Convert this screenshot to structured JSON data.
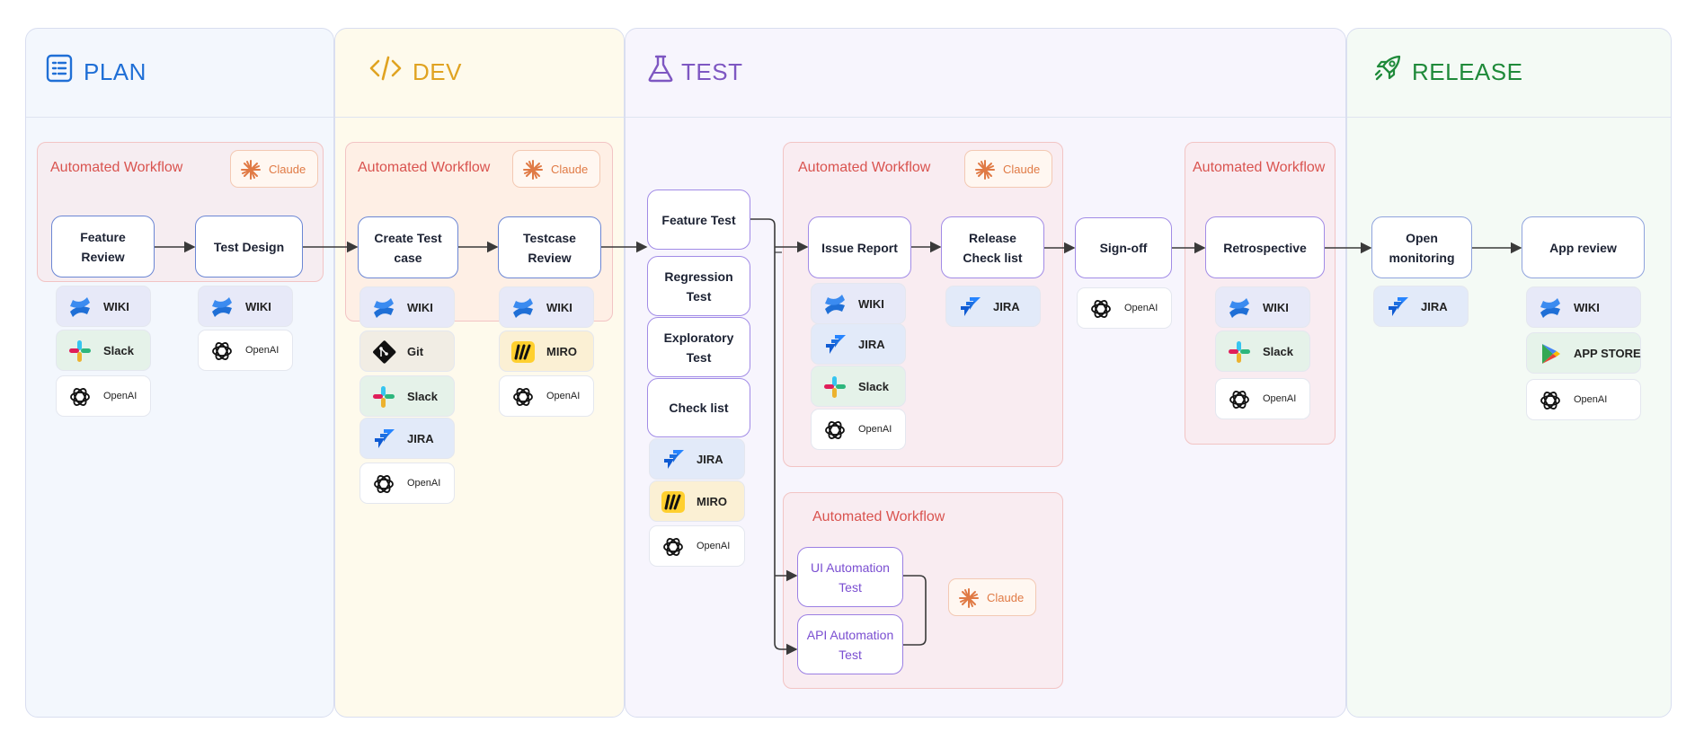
{
  "lanes": {
    "plan": {
      "title": "PLAN",
      "color": "#1f6fd6"
    },
    "dev": {
      "title": "DEV",
      "color": "#e0a321"
    },
    "test": {
      "title": "TEST",
      "color": "#7e57c2"
    },
    "release": {
      "title": "RELEASE",
      "color": "#1f8a3a"
    }
  },
  "workflows": {
    "plan": {
      "title": "Automated Workflow",
      "badge": "Claude"
    },
    "dev": {
      "title": "Automated Workflow",
      "badge": "Claude"
    },
    "test_top": {
      "title": "Automated Workflow",
      "badge": "Claude"
    },
    "test_bottom": {
      "title": "Automated Workflow",
      "badge": "Claude"
    },
    "retro": {
      "title": "Automated Workflow"
    }
  },
  "nodes": {
    "feature_review": "Feature Review",
    "test_design": "Test Design",
    "create_test_case": "Create Test case",
    "testcase_review": "Testcase Review",
    "feature_test": "Feature Test",
    "regression_test": "Regression Test",
    "exploratory_test": "Exploratory Test",
    "check_list": "Check list",
    "issue_report": "Issue Report",
    "release_check_list": "Release Check list",
    "sign_off": "Sign-off",
    "retrospective": "Retrospective",
    "open_monitoring": "Open monitoring",
    "app_review": "App review",
    "ui_automation": "UI Automation Test",
    "api_automation": "API Automation Test"
  },
  "tools": {
    "wiki": "WIKI",
    "slack": "Slack",
    "openai": "OpenAI",
    "git": "Git",
    "jira": "JIRA",
    "miro": "MIRO",
    "app_store": "APP STORE"
  },
  "colors": {
    "workflow_title": "#d9534f",
    "claude": "#e07a45",
    "node_border": "#6b86d4",
    "automation_text": "#7a4ed1"
  }
}
